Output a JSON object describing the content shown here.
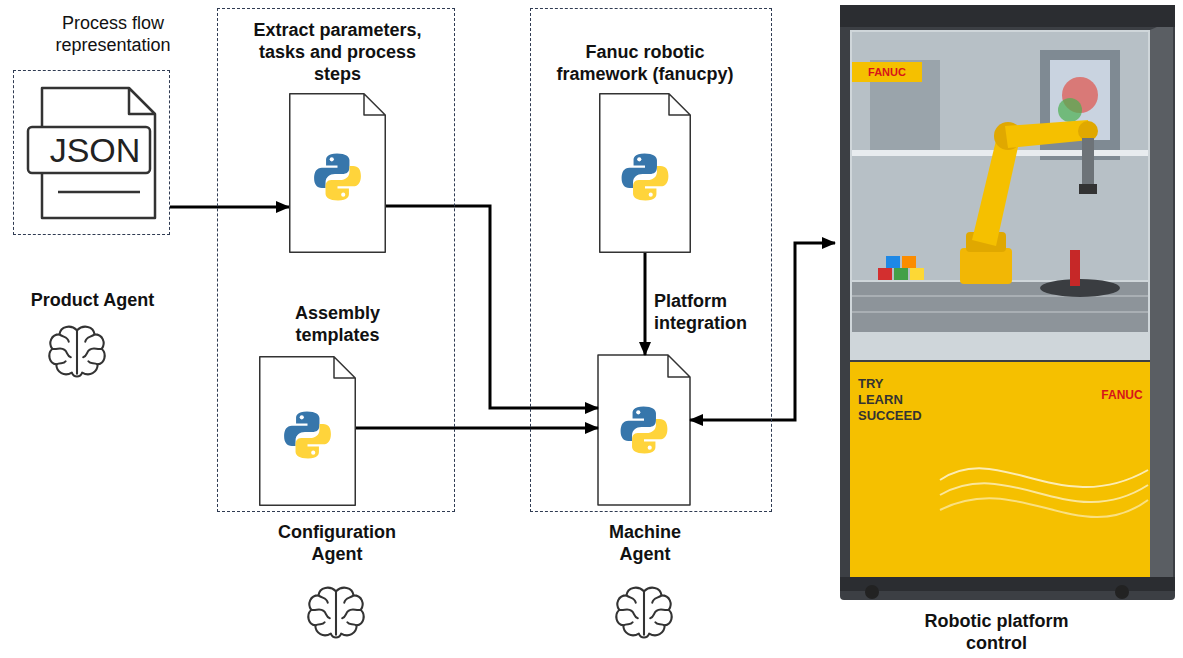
{
  "diagram": {
    "nodes": [
      {
        "text": [
          "Product Agent"
        ]
      },
      {
        "text": [
          "Configuration Agent"
        ]
      },
      {
        "text": [
          "Extract parameters, tasks and process steps"
        ],
        "in": 1
      },
      {
        "text": [
          "Assembly templates"
        ],
        "in": 1
      },
      {
        "text": [
          "Machine Agent"
        ]
      },
      {
        "text": [
          "Fanuc robotic framework (fanucpy)"
        ],
        "in": 4
      },
      {
        "text": [
          "Robotic platform control"
        ]
      }
    ],
    "edges": [
      {
        "from": 0,
        "to": 2,
        "arrow": "to"
      },
      {
        "from": 2,
        "to": 4,
        "arrow": "to"
      },
      {
        "from": 3,
        "to": 4,
        "arrow": "to"
      },
      {
        "from": 5,
        "to": 4,
        "label": "Platform integration",
        "arrow": "to"
      },
      {
        "from": 4,
        "to": 6,
        "arrow": "both"
      }
    ],
    "labels": [
      "Process flow representation",
      "JSON",
      "FANUC",
      "TRY",
      "LEARN",
      "SUCCEED",
      "FANUC"
    ]
  }
}
